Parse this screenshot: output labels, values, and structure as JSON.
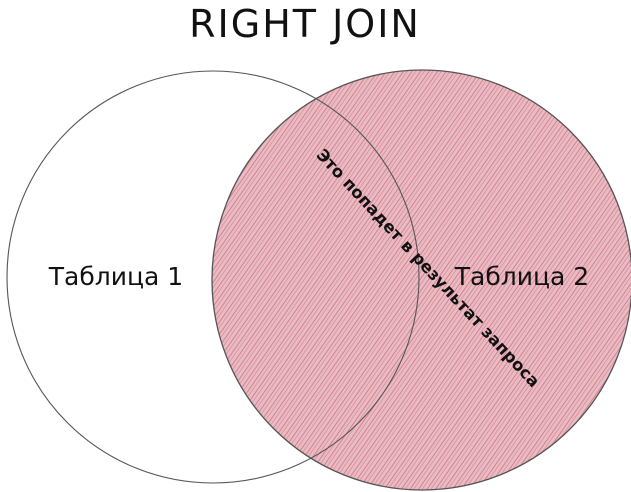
{
  "diagram": {
    "title": "RIGHT JOIN",
    "left_set": {
      "label": "Таблица 1",
      "fill": "#ffffff",
      "stroke": "#555555"
    },
    "right_set": {
      "label": "Таблица 2",
      "fill": "#e7b9c1",
      "stroke": "#555555",
      "hatch": "#cf7280"
    },
    "annotation": "Это попадет в результат запроса"
  }
}
